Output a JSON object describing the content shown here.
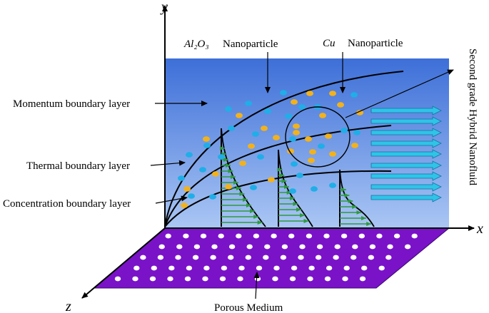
{
  "axes": {
    "x": "x",
    "y": "y",
    "z": "z"
  },
  "labels": {
    "al2o3_formula": "Al₂O₃",
    "al2o3_word": "Nanoparticle",
    "cu_formula": "Cu",
    "cu_word": "Nanoparticle",
    "momentum": "Momentum boundary layer",
    "thermal": "Thermal boundary layer",
    "concentration": "Concentration boundary layer",
    "fluid": "Second grade Hybrid Nanofluid",
    "porous": "Porous Medium"
  },
  "colors": {
    "panel_top": "#3d6fd8",
    "panel_bottom": "#aac6f4",
    "al2o3_particle": "#f2b21c",
    "cu_particle": "#1faee8",
    "porous_plate": "#7a12c8",
    "flow_arrow": "#2ec4e8",
    "profile_arrow": "#3bb24a"
  }
}
